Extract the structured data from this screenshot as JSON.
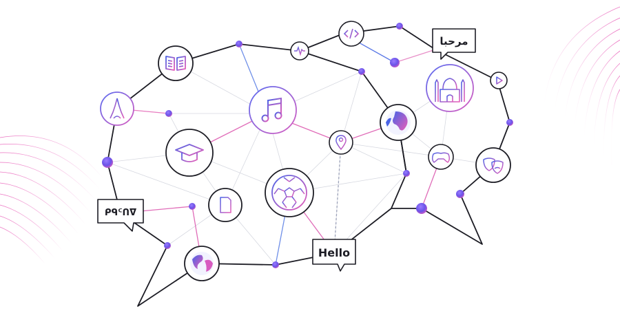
{
  "speech_labels": {
    "hello": "Hello",
    "arabic": "مرحبا",
    "other_script": "ᑭᑫᑦᑎᐁ"
  },
  "icons": [
    "open-book-icon",
    "eiffel-tower-icon",
    "graduation-cap-icon",
    "music-note-icon",
    "activity-pulse-icon",
    "code-brackets-icon",
    "mosque-icon",
    "play-icon",
    "globe-icon",
    "location-pin-icon",
    "game-controller-icon",
    "theater-masks-icon",
    "soccer-ball-icon",
    "document-icon",
    "earth-globe-icon"
  ],
  "colors": {
    "accent_blue": "#4a63e6",
    "accent_pink": "#e85db8",
    "accent_purple": "#8a5cf0",
    "outline_dark": "#1c1c24",
    "connector_gray": "#d0d2da"
  }
}
